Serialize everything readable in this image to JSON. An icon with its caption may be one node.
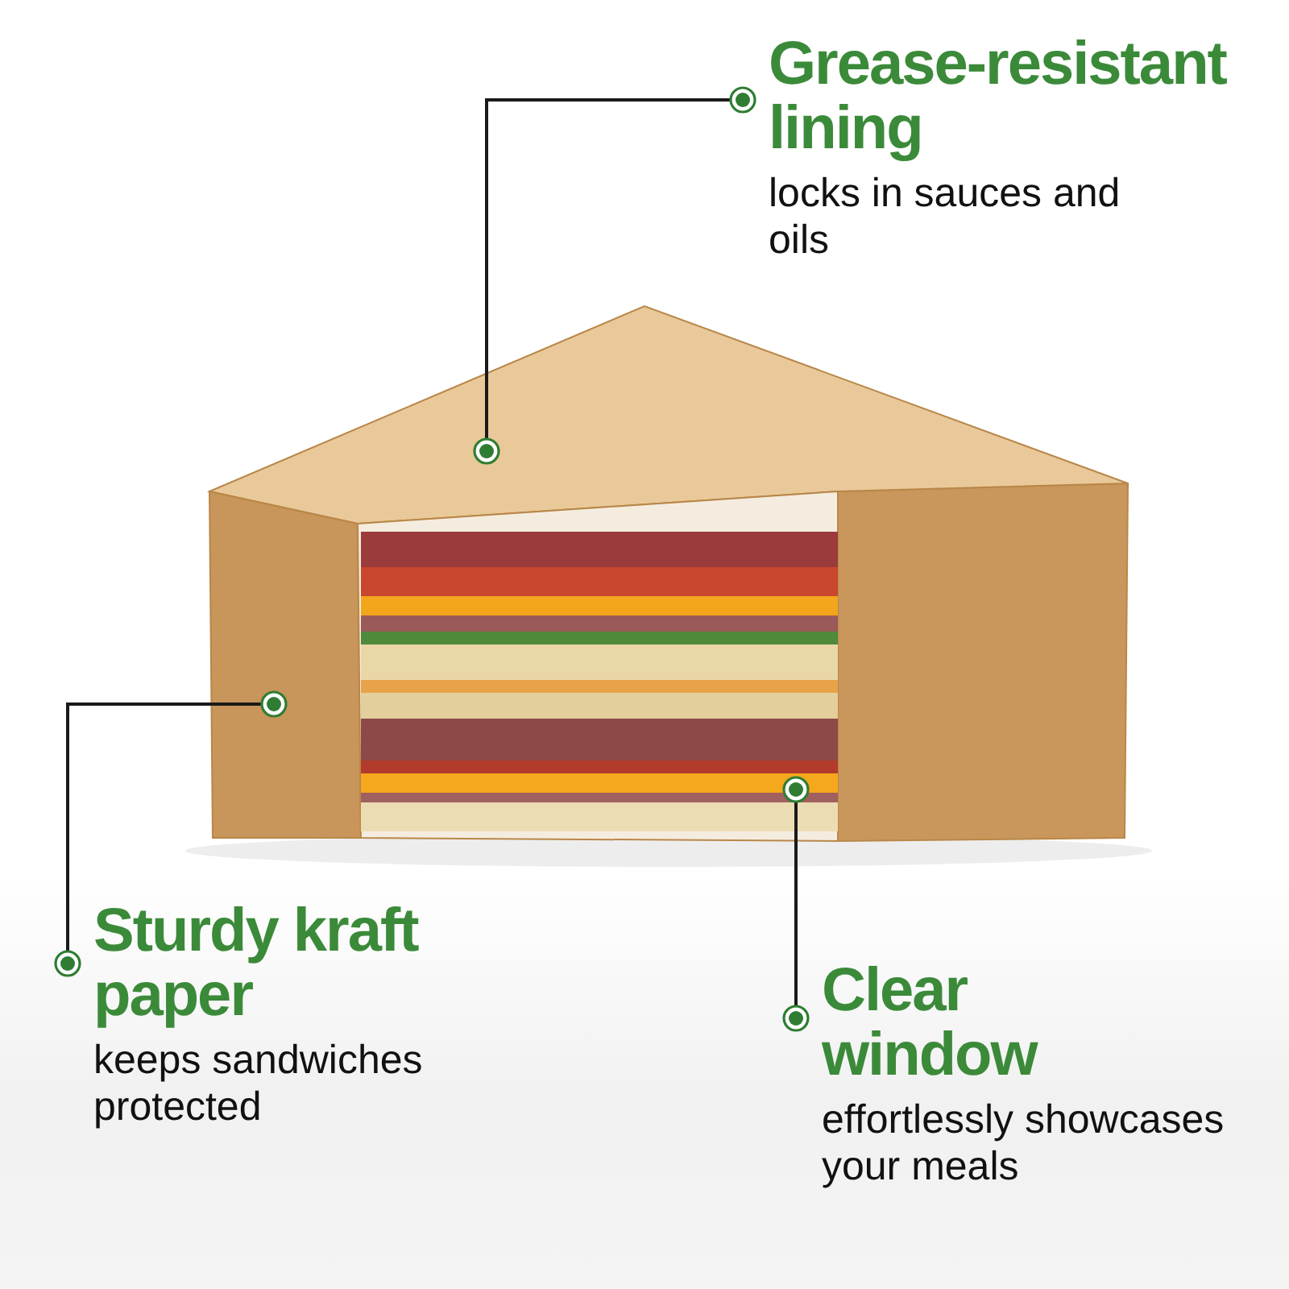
{
  "diagram": {
    "nodes": [
      {
        "text": [
          "Grease-resistant lining",
          "locks in sauces and oils"
        ]
      },
      {
        "text": [],
        "shape": "box"
      },
      {
        "text": [
          "Sturdy kraft paper",
          "keeps sandwiches protected"
        ]
      },
      {
        "text": [],
        "shape": "box"
      },
      {
        "text": [
          "Clear window",
          "effortlessly showcases your meals"
        ]
      },
      {
        "text": [],
        "shape": "box"
      }
    ],
    "edges": [
      {
        "from": 0,
        "to": 1,
        "arrow": "other"
      },
      {
        "from": 2,
        "to": 3,
        "arrow": "other"
      },
      {
        "from": 4,
        "to": 5,
        "arrow": "other"
      }
    ]
  }
}
